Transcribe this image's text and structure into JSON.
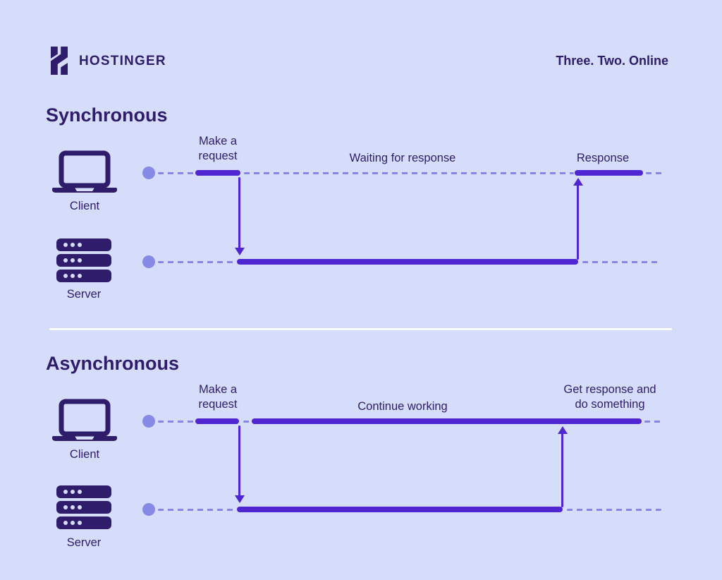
{
  "header": {
    "brand": "HOSTINGER",
    "tagline": "Three. Two. Online"
  },
  "sync": {
    "title": "Synchronous",
    "client_label": "Client",
    "server_label": "Server",
    "labels": {
      "make_request": "Make a request",
      "waiting": "Waiting for response",
      "response": "Response"
    }
  },
  "async": {
    "title": "Asynchronous",
    "client_label": "Client",
    "server_label": "Server",
    "labels": {
      "make_request": "Make a request",
      "continue_working": "Continue working",
      "get_response": "Get response and do something"
    }
  },
  "colors": {
    "background": "#d6ddfa",
    "brand_dark": "#2f1c6a",
    "accent_purple": "#5025d2",
    "dashed_line": "#8a84e8",
    "start_dot": "#8789e6",
    "divider": "#ffffff"
  },
  "icons": {
    "logo": "hostinger-h-logo",
    "client": "laptop-icon",
    "server": "server-stack-icon"
  }
}
